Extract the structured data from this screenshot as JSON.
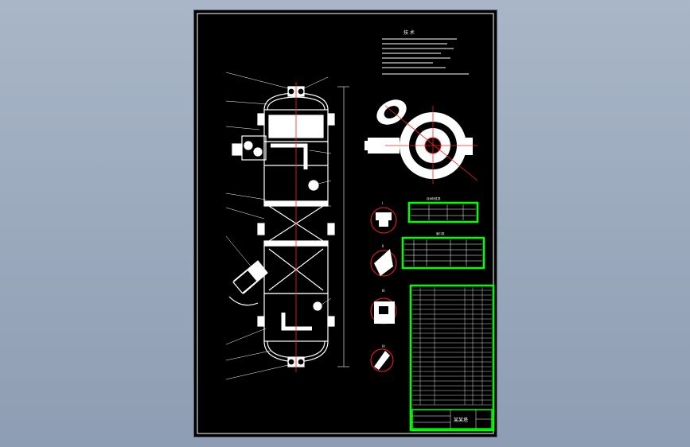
{
  "sheet": {
    "notes_heading": "技 术",
    "section_marks": [
      "I",
      "II",
      "III",
      "IV"
    ],
    "table_c_title": "技术特性表",
    "table_a_title": "管口表",
    "title_block_label": "某某塔"
  },
  "colors": {
    "background": "#9aa8bc",
    "sheet": "#000000",
    "linework": "#ffffff",
    "highlight": "#00ff00",
    "centerline": "#ff2020"
  }
}
